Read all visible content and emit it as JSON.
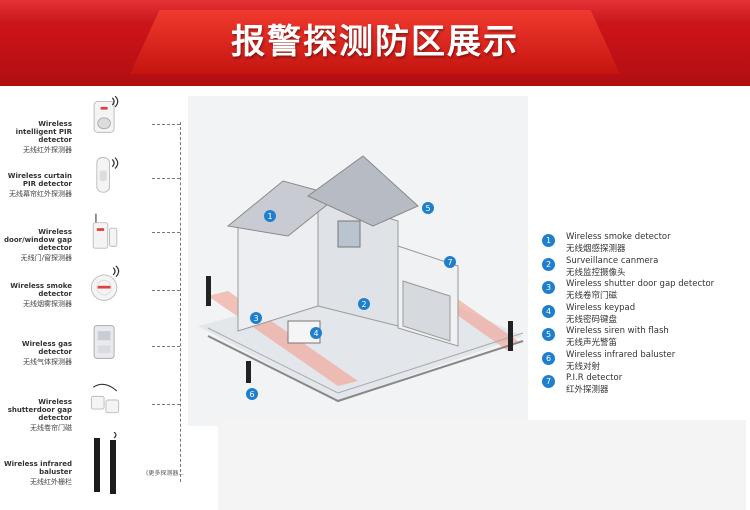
{
  "banner": {
    "title": "报警探测防区展示"
  },
  "devices": [
    {
      "en": "Wireless intelligent PIR detector",
      "cn": "无线红外探测器",
      "icon": "pir-detector-icon"
    },
    {
      "en": "Wireless curtain PIR detector",
      "cn": "无线幕帘红外探测器",
      "icon": "curtain-detector-icon"
    },
    {
      "en": "Wireless door/window gap detector",
      "cn": "无线门/窗探测器",
      "icon": "door-sensor-icon"
    },
    {
      "en": "Wireless smoke detector",
      "cn": "无线烟雾探测器",
      "icon": "smoke-detector-icon"
    },
    {
      "en": "Wireless gas detector",
      "cn": "无线气体探测器",
      "icon": "gas-detector-icon"
    },
    {
      "en": "Wireless shutterdoor gap detector",
      "cn": "无线卷帘门磁",
      "icon": "shutter-sensor-icon"
    },
    {
      "en": "Wireless infrared baluster",
      "cn": "无线红外栅栏",
      "icon": "infrared-baluster-icon"
    }
  ],
  "more_label": "(更多探测器...",
  "legend": [
    {
      "num": "1",
      "en": "Wireless smoke detector",
      "cn": "无线烟感探测器"
    },
    {
      "num": "2",
      "en": "Surveillance canmera",
      "cn": "无线监控摄像头"
    },
    {
      "num": "3",
      "en": "Wireless shutter door gap detector",
      "cn": "无线卷帘门磁"
    },
    {
      "num": "4",
      "en": "Wireless keypad",
      "cn": "无线密码键盘"
    },
    {
      "num": "5",
      "en": "Wireless siren with flash",
      "cn": "无线声光警笛"
    },
    {
      "num": "6",
      "en": "Wireless infrared baluster",
      "cn": "无线对射"
    },
    {
      "num": "7",
      "en": "P.I.R detector",
      "cn": "红外探测器"
    }
  ],
  "scene_markers": [
    "1",
    "2",
    "3",
    "4",
    "5",
    "6",
    "7"
  ],
  "colors": {
    "banner_red": "#c8151a",
    "marker_blue": "#1f7fcf",
    "beam_red": "#e8463a"
  }
}
